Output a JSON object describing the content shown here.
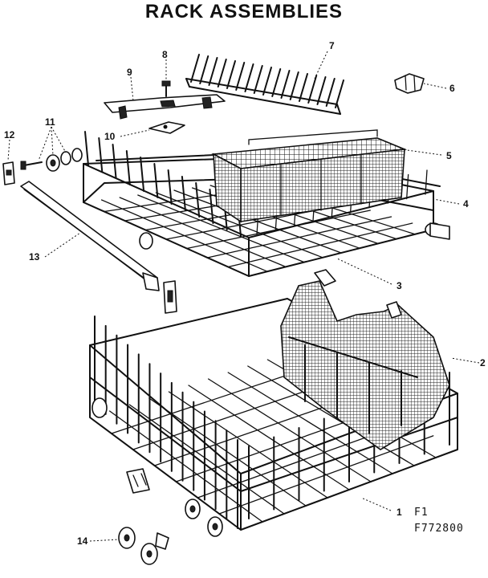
{
  "title": "RACK ASSEMBLIES",
  "figure_code": {
    "line1": "F1",
    "line2": "F772800"
  },
  "callouts": {
    "c1": "1",
    "c2": "2",
    "c3": "3",
    "c4": "4",
    "c5": "5",
    "c6": "6",
    "c7": "7",
    "c8": "8",
    "c9": "9",
    "c10": "10",
    "c11": "11",
    "c12": "12",
    "c13": "13",
    "c14": "14"
  }
}
